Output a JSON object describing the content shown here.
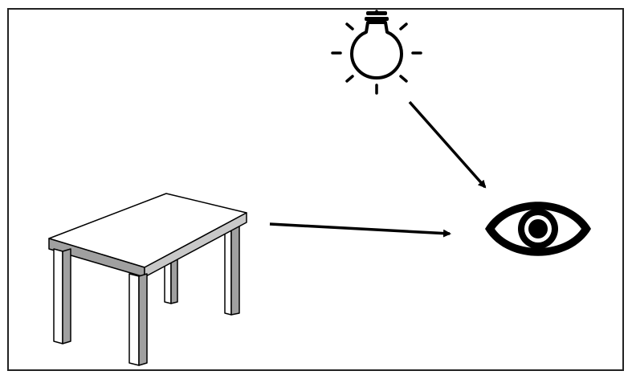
{
  "diagram": {
    "elements": [
      {
        "id": "light",
        "icon": "lightbulb-icon"
      },
      {
        "id": "table",
        "icon": "table-icon"
      },
      {
        "id": "eye",
        "icon": "eye-icon"
      }
    ],
    "connections": [
      {
        "from": "light",
        "to": "eye"
      },
      {
        "from": "table",
        "to": "eye"
      }
    ],
    "colors": {
      "stroke": "#000000",
      "table_edge": "#9a9a9a",
      "background": "#ffffff"
    }
  }
}
